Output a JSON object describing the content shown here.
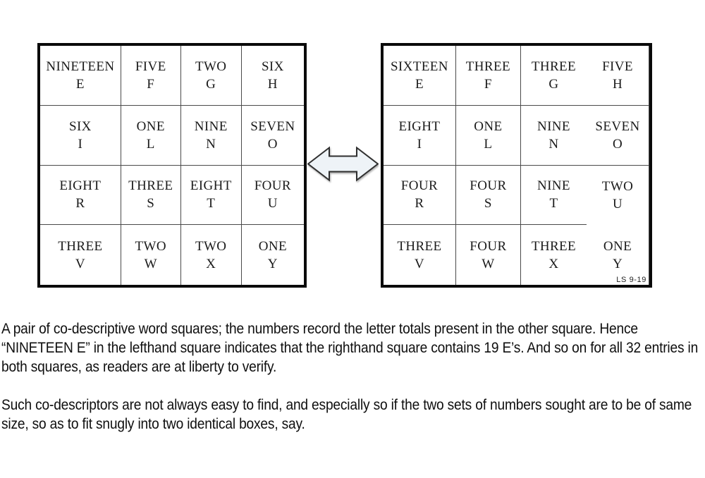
{
  "squares": [
    {
      "id": "left",
      "cells": [
        {
          "word": "NINETEEN",
          "letter": "E"
        },
        {
          "word": "FIVE",
          "letter": "F"
        },
        {
          "word": "TWO",
          "letter": "G"
        },
        {
          "word": "SIX",
          "letter": "H"
        },
        {
          "word": "SIX",
          "letter": "I"
        },
        {
          "word": "ONE",
          "letter": "L"
        },
        {
          "word": "NINE",
          "letter": "N"
        },
        {
          "word": "SEVEN",
          "letter": "O"
        },
        {
          "word": "EIGHT",
          "letter": "R"
        },
        {
          "word": "THREE",
          "letter": "S"
        },
        {
          "word": "EIGHT",
          "letter": "T"
        },
        {
          "word": "FOUR",
          "letter": "U"
        },
        {
          "word": "THREE",
          "letter": "V"
        },
        {
          "word": "TWO",
          "letter": "W"
        },
        {
          "word": "TWO",
          "letter": "X"
        },
        {
          "word": "ONE",
          "letter": "Y"
        }
      ]
    },
    {
      "id": "right",
      "cells": [
        {
          "word": "SIXTEEN",
          "letter": "E"
        },
        {
          "word": "THREE",
          "letter": "F"
        },
        {
          "word": "THREE",
          "letter": "G"
        },
        {
          "word": "FIVE",
          "letter": "H"
        },
        {
          "word": "EIGHT",
          "letter": "I"
        },
        {
          "word": "ONE",
          "letter": "L"
        },
        {
          "word": "NINE",
          "letter": "N"
        },
        {
          "word": "SEVEN",
          "letter": "O"
        },
        {
          "word": "FOUR",
          "letter": "R"
        },
        {
          "word": "FOUR",
          "letter": "S"
        },
        {
          "word": "NINE",
          "letter": "T"
        },
        {
          "word": "TWO",
          "letter": "U"
        },
        {
          "word": "THREE",
          "letter": "V"
        },
        {
          "word": "FOUR",
          "letter": "W"
        },
        {
          "word": "THREE",
          "letter": "X"
        },
        {
          "word": "ONE",
          "letter": "Y"
        }
      ]
    }
  ],
  "signature": "LS 9-19",
  "arrow": {
    "fill": "#eef3f7",
    "stroke": "#2f2f2f"
  },
  "caption": {
    "paragraph1": "A pair of co-descriptive word squares; the numbers record the letter totals present in the other square. Hence “NINETEEN E” in the lefthand square indicates that the righthand square contains 19 E’s. And so on for all 32 entries in both squares, as readers are at liberty to verify.",
    "paragraph2": "Such co-descriptors are not always easy to find, and especially so if the two sets of numbers sought are to be of same size, so as to fit snugly into two identical boxes, say."
  }
}
